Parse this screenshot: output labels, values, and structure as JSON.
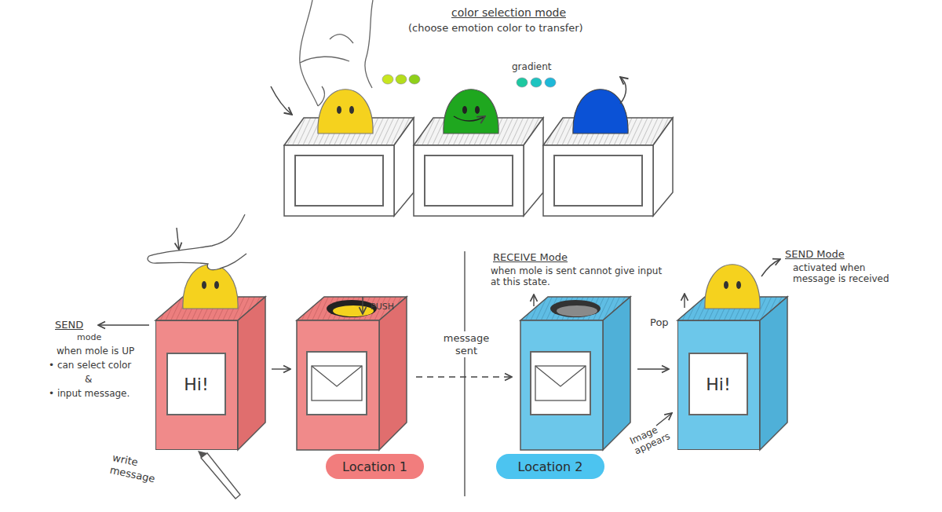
{
  "diagram": {
    "nodes": [
      {
        "text": [
          "Hi!"
        ]
      },
      {
        "text": [
          "Location 1"
        ]
      },
      {
        "text": [
          "Location 2"
        ]
      },
      {
        "text": [
          "Hi!"
        ]
      }
    ],
    "labels": [
      "color selection mode",
      "(choose emotion color to transfer)",
      "gradient",
      "SEND",
      "mode",
      "when mole is UP",
      "• can select color",
      "&",
      "• input message.",
      "write message",
      "PUSH",
      "message sent",
      "RECEIVE Mode",
      "when mole is sent cannot give input at this state.",
      "SEND Mode",
      "activated when message is received",
      "Pop",
      "Image appears"
    ]
  }
}
